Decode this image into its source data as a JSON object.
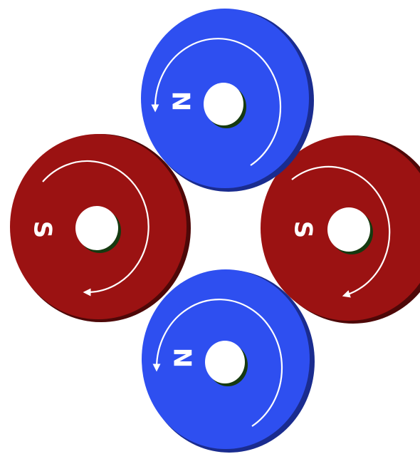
{
  "colors": {
    "north": "#2E4FF0",
    "north_edge": "#1a2c8f",
    "south": "#9B1212",
    "south_edge": "#4e0808",
    "arrow": "#ffffff",
    "hole_shadow": "#163a10",
    "background": "#ffffff"
  },
  "rings": [
    {
      "id": "top",
      "pole": "N",
      "color_key": "north"
    },
    {
      "id": "left",
      "pole": "S",
      "color_key": "south"
    },
    {
      "id": "right",
      "pole": "S",
      "color_key": "south"
    },
    {
      "id": "bottom",
      "pole": "N",
      "color_key": "north"
    }
  ]
}
